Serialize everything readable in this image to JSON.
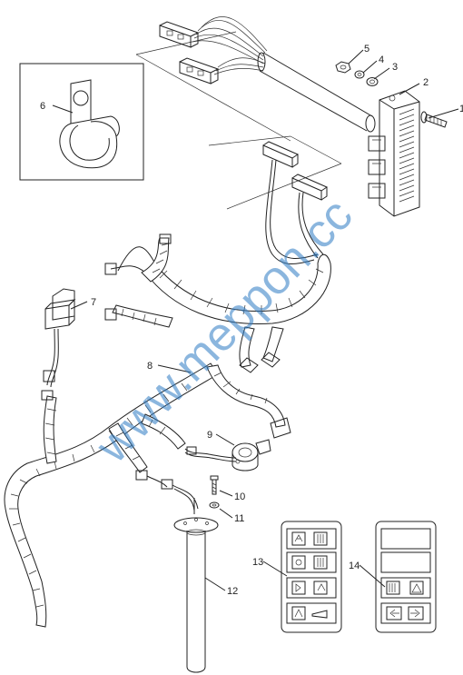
{
  "watermark": "www.meppon.cc",
  "callouts": [
    {
      "id": "1",
      "label": "1"
    },
    {
      "id": "2",
      "label": "2"
    },
    {
      "id": "3",
      "label": "3"
    },
    {
      "id": "4",
      "label": "4"
    },
    {
      "id": "5",
      "label": "5"
    },
    {
      "id": "6",
      "label": "6"
    },
    {
      "id": "7",
      "label": "7"
    },
    {
      "id": "8",
      "label": "8"
    },
    {
      "id": "9",
      "label": "9"
    },
    {
      "id": "10",
      "label": "10"
    },
    {
      "id": "11",
      "label": "11"
    },
    {
      "id": "12",
      "label": "12"
    },
    {
      "id": "13",
      "label": "13"
    },
    {
      "id": "14",
      "label": "14"
    }
  ],
  "colors": {
    "line": "#222222",
    "fill": "#ffffff",
    "switch_fill": "#f2f2f2",
    "sleeve": "#e8e8e8",
    "watermark": "#2d7bc4"
  }
}
